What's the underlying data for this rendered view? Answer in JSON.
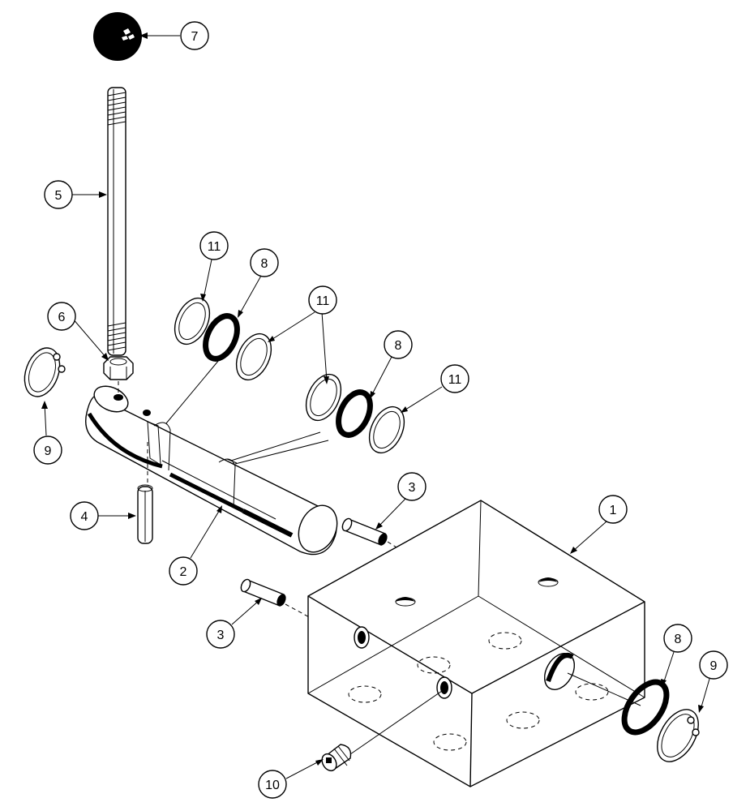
{
  "callouts": [
    {
      "id": "c7",
      "label": "7"
    },
    {
      "id": "c5",
      "label": "5"
    },
    {
      "id": "c11a",
      "label": "11"
    },
    {
      "id": "c8a",
      "label": "8"
    },
    {
      "id": "c11b",
      "label": "11"
    },
    {
      "id": "c6",
      "label": "6"
    },
    {
      "id": "c8b",
      "label": "8"
    },
    {
      "id": "c11c",
      "label": "11"
    },
    {
      "id": "c9a",
      "label": "9"
    },
    {
      "id": "c3a",
      "label": "3"
    },
    {
      "id": "c4",
      "label": "4"
    },
    {
      "id": "c1",
      "label": "1"
    },
    {
      "id": "c2",
      "label": "2"
    },
    {
      "id": "c3b",
      "label": "3"
    },
    {
      "id": "c8c",
      "label": "8"
    },
    {
      "id": "c9b",
      "label": "9"
    },
    {
      "id": "c10",
      "label": "10"
    }
  ],
  "colors": {
    "line": "#000000",
    "fill": "#ffffff",
    "knob": "#000000"
  }
}
